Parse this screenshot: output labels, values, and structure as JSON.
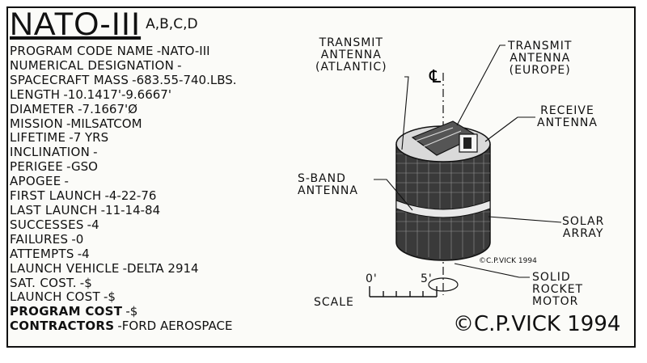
{
  "title": {
    "main": "NATO-III",
    "sub": "A,B,C,D"
  },
  "specs": [
    {
      "label": "PROGRAM CODE NAME",
      "value": "-NATO-III"
    },
    {
      "label": "NUMERICAL DESIGNATION",
      "value": "-"
    },
    {
      "label": "SPACECRAFT MASS",
      "value": "-683.55-740.LBS."
    },
    {
      "label": "LENGTH",
      "value": "-10.1417'-9.6667'"
    },
    {
      "label": "DIAMETER",
      "value": "-7.1667'Ø"
    },
    {
      "label": "MISSION",
      "value": "-MILSATCOM"
    },
    {
      "label": "LIFETIME",
      "value": "-7 YRS"
    },
    {
      "label": "INCLINATION",
      "value": "-"
    },
    {
      "label": "PERIGEE",
      "value": "-GSO"
    },
    {
      "label": "APOGEE",
      "value": "-"
    },
    {
      "label": "FIRST LAUNCH",
      "value": "-4-22-76"
    },
    {
      "label": "LAST LAUNCH",
      "value": "-11-14-84"
    },
    {
      "label": "SUCCESSES",
      "value": "-4"
    },
    {
      "label": "FAILURES",
      "value": "-0"
    },
    {
      "label": "ATTEMPTS",
      "value": "-4"
    },
    {
      "label": "LAUNCH VEHICLE",
      "value": "-DELTA 2914"
    },
    {
      "label": "SAT. COST.",
      "value": "-$"
    },
    {
      "label": "LAUNCH COST",
      "value": "-$"
    },
    {
      "label": "PROGRAM COST",
      "value": "-$"
    },
    {
      "label": "CONTRACTORS",
      "value": "-FORD AEROSPACE"
    }
  ],
  "labels": {
    "transmit_atlantic": "TRANSMIT\nANTENNA\n(ATLANTIC)",
    "transmit_europe": "TRANSMIT\nANTENNA\n(EUROPE)",
    "receive": "RECEIVE\nANTENNA",
    "sband": "S-BAND\nANTENNA",
    "solar": "SOLAR\nARRAY",
    "motor": "SOLID\nROCKET\nMOTOR",
    "centerline": "℄"
  },
  "scale": {
    "label": "SCALE",
    "start": "0'",
    "end": "5'"
  },
  "signature": "©C.P.VICK 1994",
  "small_signature": "©C.P.VICK 1994"
}
